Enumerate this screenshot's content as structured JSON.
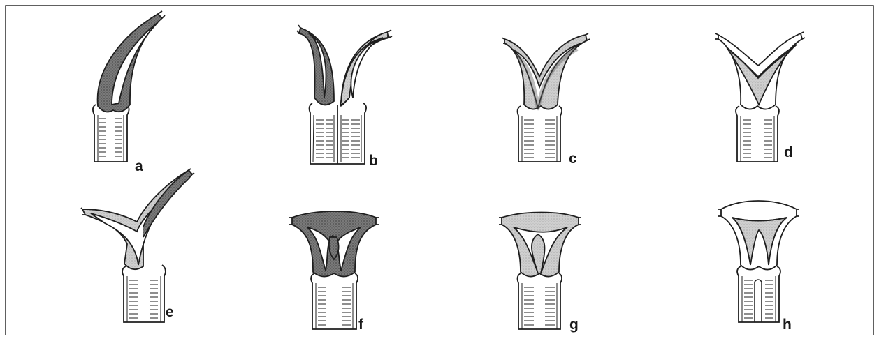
{
  "figure": {
    "labels": [
      "a",
      "b",
      "c",
      "d",
      "e",
      "f",
      "g",
      "h"
    ],
    "colors": {
      "frame": "#2b2b2b",
      "outline": "#1e1e1e",
      "shade_dark": "#6e6e6e",
      "shade_light": "#c9c9c9",
      "background": "#ffffff"
    }
  }
}
